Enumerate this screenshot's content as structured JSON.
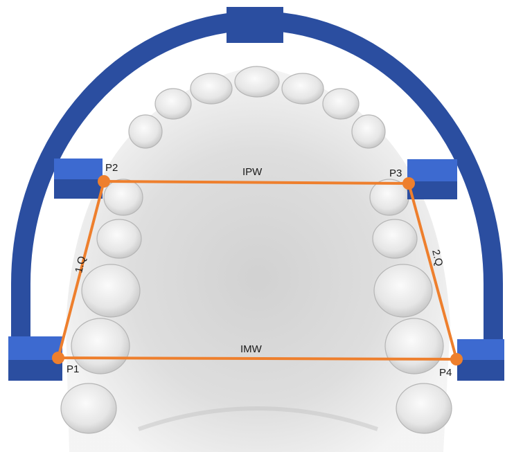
{
  "points": {
    "p1": "P1",
    "p2": "P2",
    "p3": "P3",
    "p4": "P4"
  },
  "segments": {
    "top": "IPW",
    "bottom": "IMW",
    "left": "1.Q",
    "right": "2.Q"
  },
  "colors": {
    "frame": "#2b4ea0",
    "brace": "#3d6ad0",
    "measure_line": "#ee7f2d"
  }
}
